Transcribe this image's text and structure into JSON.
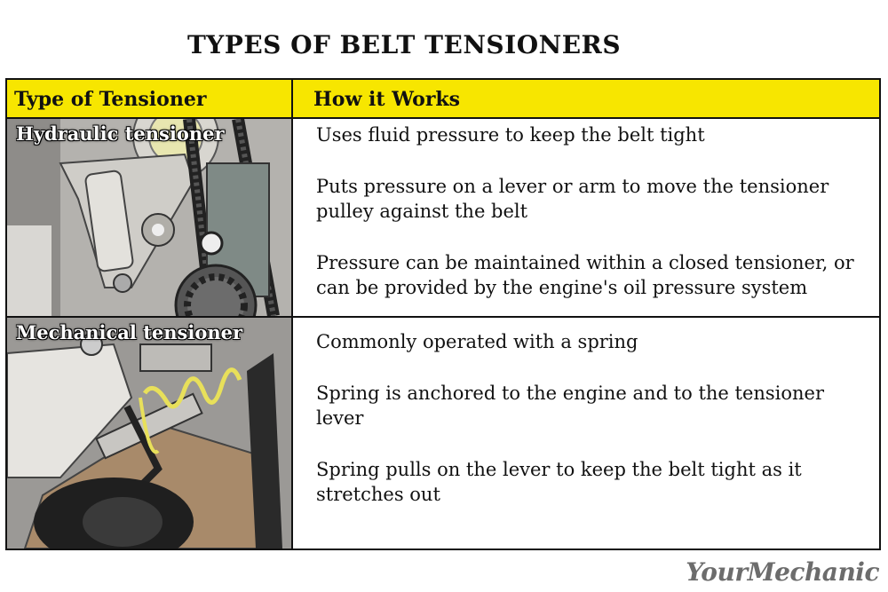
{
  "title": "TYPES OF BELT TENSIONERS",
  "table": {
    "headers": {
      "type": "Type of Tensioner",
      "how": "How it Works"
    },
    "rows": [
      {
        "type": "Hydraulic tensioner",
        "points": [
          "Uses fluid pressure to keep the belt tight",
          "Puts pressure on a lever or arm to move the tensioner pulley against the belt",
          "Pressure can be maintained within a closed tensioner, or can be provided by the engine's oil pressure system"
        ]
      },
      {
        "type": "Mechanical tensioner",
        "points": [
          "Commonly operated with a spring",
          "Spring is anchored to the engine and to the tensioner lever",
          "Spring pulls on the lever to keep the belt tight as it stretches out"
        ]
      }
    ]
  },
  "brand": "YourMechanic",
  "colors": {
    "header_bg": "#f7e600",
    "spring": "#e8e05a",
    "border": "#111111"
  },
  "icons": {
    "row1": "hydraulic-tensioner-illustration",
    "row2": "mechanical-tensioner-illustration"
  }
}
